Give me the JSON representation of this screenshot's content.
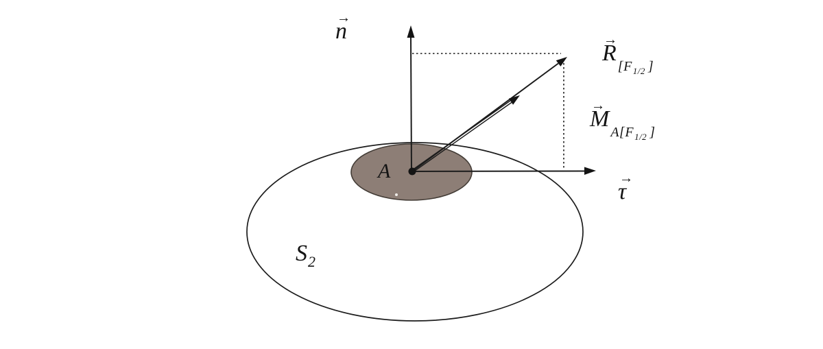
{
  "icons": {
    "vector_arrow": "→"
  },
  "colors": {
    "background": "#ffffff",
    "line": "#1c1c1c",
    "contact_fill": "#8d7e76",
    "contact_stroke": "#433c36"
  },
  "labels": {
    "normal": {
      "letter": "n"
    },
    "tangent": {
      "letter": "τ"
    },
    "resultant": {
      "letter": "R",
      "sub_open": "[",
      "force": "F",
      "fraction": "1/2",
      "sub_close": "]"
    },
    "moment": {
      "letter": "M",
      "point": "A",
      "sub_open": "[",
      "force": "F",
      "fraction": "1/2",
      "sub_close": "]"
    },
    "contact_area": {
      "letter": "A"
    },
    "surface": {
      "letter": "S",
      "index": "2"
    }
  }
}
